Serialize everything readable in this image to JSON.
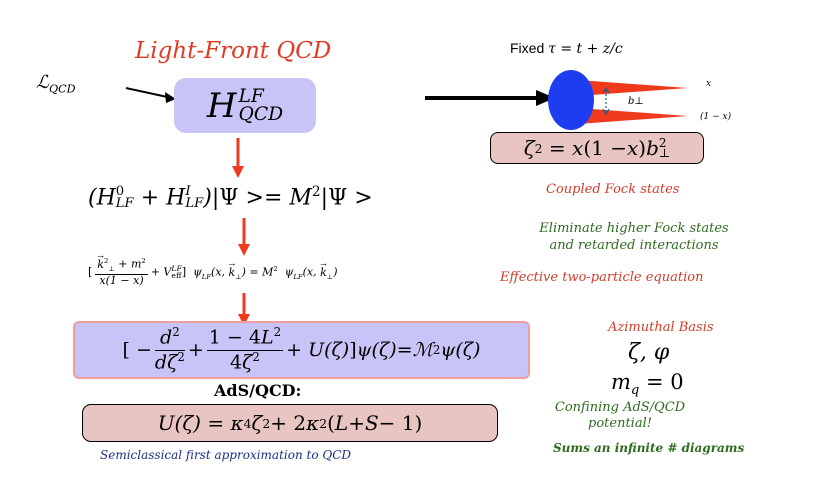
{
  "title": "Light-Front QCD",
  "lagrangian": "ℒ",
  "lagrangian_sub": "QCD",
  "hamiltonian": {
    "symbol": "H",
    "sup": "LF",
    "sub": "QCD"
  },
  "eigen_equation": "(H⁰_LF + H^I_LF)|Ψ >= M²|Ψ >",
  "lf_wave_equation": "[ (k⊥² + m²)/(x(1 − x)) + V_eff^LF ] ψ_LF(x, k⊥) = M² ψ_LF(x, k⊥)",
  "schrodinger_equation": "[ − d²/dζ² + (1 − 4L²)/(4ζ²) + U(ζ) ] ψ(ζ) = ℳ² ψ(ζ)",
  "ads_label": "AdS/QCD:",
  "potential_equation": "U(ζ) = κ⁴ζ² + 2κ²(L + S − 1)",
  "semiclassical_note": "Semiclassical first approximation to QCD",
  "fixed_tau": {
    "text": "Fixed",
    "expr": "τ = t + z/c"
  },
  "parton_labels": {
    "x": "x",
    "one_minus_x": "(1 − x)",
    "b_perp": "b⊥"
  },
  "zeta_definition": "ζ² = x(1 − x)b⊥²",
  "notes": {
    "coupled": "Coupled Fock states",
    "eliminate": [
      "Eliminate higher Fock states",
      "and retarded interactions"
    ],
    "effective": "Effective two-particle equation",
    "azimuthal": "Azimuthal  Basis",
    "zeta_phi": "ζ, φ",
    "mq": "m_q = 0",
    "confining": [
      "Confining AdS/QCD",
      "potential!"
    ],
    "sums": "Sums an infinite # diagrams"
  },
  "colors": {
    "title_red": "#e23a22",
    "note_red": "#d33c2a",
    "note_green": "#2f6b1f",
    "note_blue": "#1c2e8a",
    "box_lavender": "#c9c4f7",
    "box_pink": "#e8c5c0",
    "arrow_red": "#ef3a1e",
    "meson_blue": "#1e3cf0"
  }
}
